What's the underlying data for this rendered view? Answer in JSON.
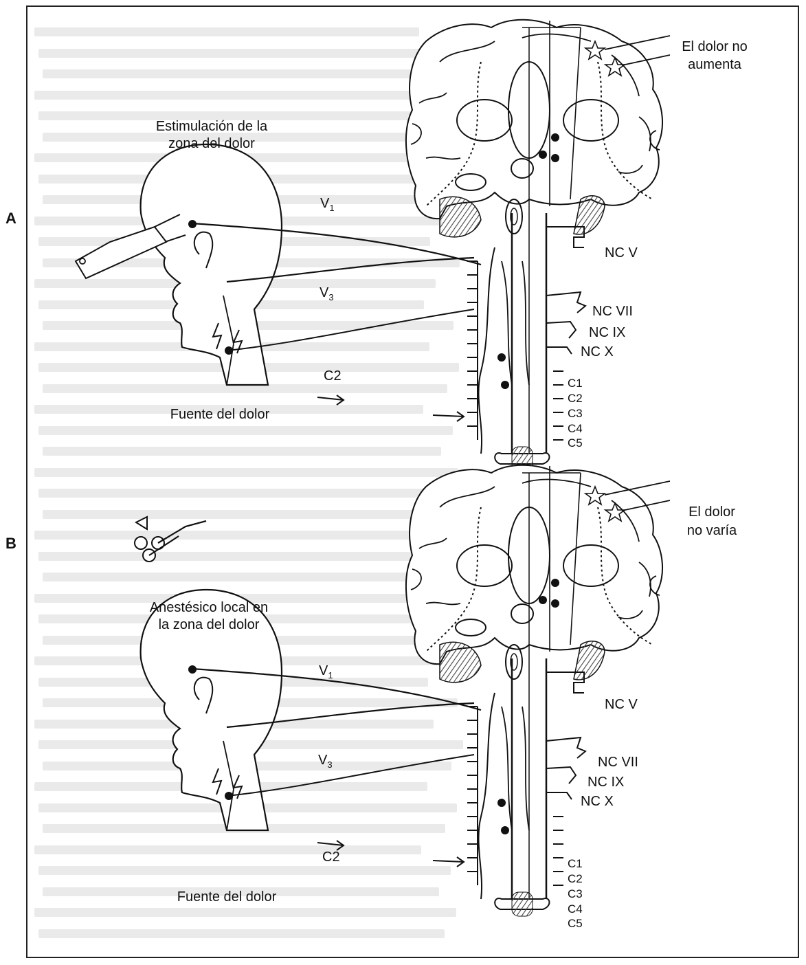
{
  "panels": [
    {
      "letter": "A",
      "stimulus_label": [
        "Estimulación de la",
        "zona del dolor"
      ],
      "source_label": "Fuente del dolor",
      "result_label": [
        "El dolor no",
        "aumenta"
      ],
      "nerve_branches": [
        "V",
        "1",
        "V",
        "3"
      ],
      "cervical_label": "C2",
      "cranial_nerves": [
        "NC V",
        "NC VII",
        "NC IX",
        "NC X"
      ],
      "segments": [
        "C1",
        "C2",
        "C3",
        "C4",
        "C5"
      ]
    },
    {
      "letter": "B",
      "stimulus_label": [
        "Anestésico local en",
        "la zona del dolor"
      ],
      "source_label": "Fuente del dolor",
      "result_label": [
        "El dolor",
        "no varía"
      ],
      "nerve_branches": [
        "V",
        "1",
        "V",
        "3"
      ],
      "cervical_label": "C2",
      "cranial_nerves": [
        "NC V",
        "NC VII",
        "NC IX",
        "NC X"
      ],
      "segments": [
        "C1",
        "C2",
        "C3",
        "C4",
        "C5"
      ]
    }
  ]
}
